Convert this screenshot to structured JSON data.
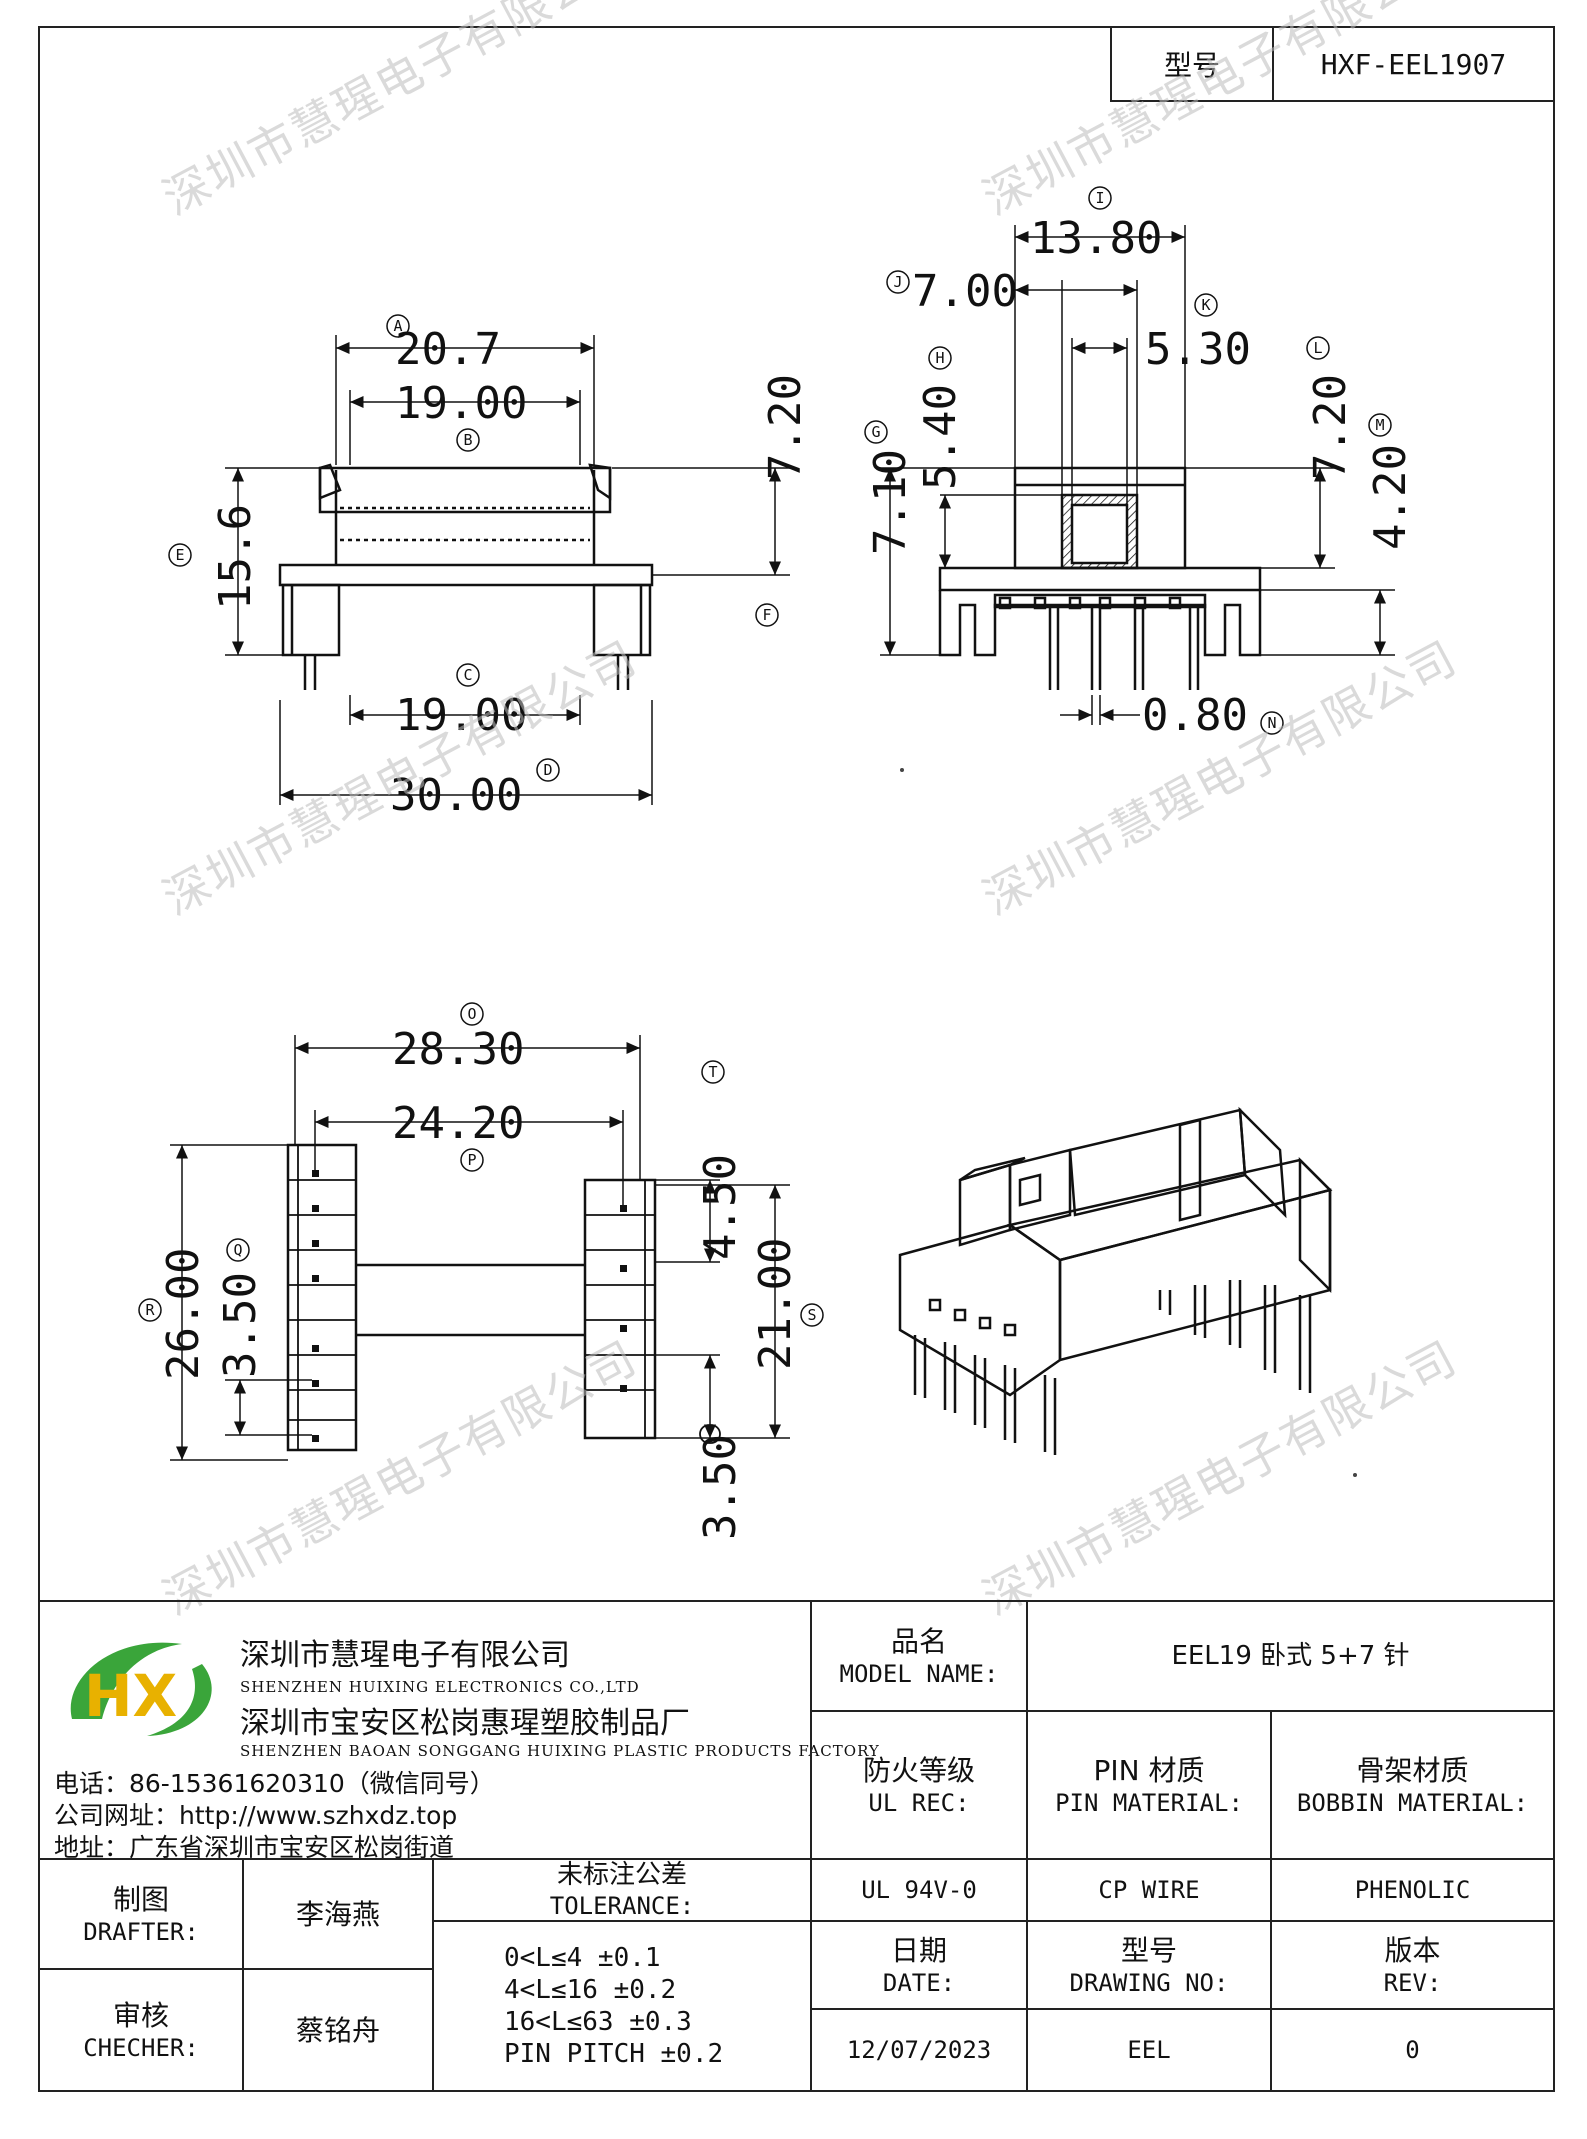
{
  "header": {
    "model_label": "型号",
    "model_value": "HXF-EEL1907"
  },
  "watermark": "深圳市慧瑆电子有限公司",
  "dimensions": {
    "side": {
      "A": "20.7",
      "B": "19.00",
      "C": "19.00",
      "D": "30.00",
      "E": "15.6",
      "F": "7.20"
    },
    "front": {
      "I": "13.80",
      "J": "7.00",
      "K": "5.30",
      "H": "5.40",
      "G": "7.10",
      "L": "7.20",
      "M": "4.20",
      "N": "0.80"
    },
    "bottom": {
      "O": "28.30",
      "P": "24.20",
      "T": "4.50",
      "R": "26.00",
      "Q": "3.50",
      "S": "21.00",
      "U": "3.50"
    }
  },
  "markers": [
    "A",
    "B",
    "C",
    "D",
    "E",
    "F",
    "G",
    "H",
    "I",
    "J",
    "K",
    "L",
    "M",
    "N",
    "O",
    "P",
    "Q",
    "R",
    "S",
    "T"
  ],
  "company": {
    "name_cn": "深圳市慧瑆电子有限公司",
    "name_en": "SHENZHEN HUIXING ELECTRONICS CO.,LTD",
    "factory_cn": "深圳市宝安区松岗惠瑆塑胶制品厂",
    "factory_en": "SHENZHEN BAOAN SONGGANG HUIXING PLASTIC PRODUCTS FACTORY",
    "phone": "电话：86-15361620310（微信同号）",
    "website": "公司网址：http://www.szhxdz.top",
    "address": "地址：广东省深圳市宝安区松岗街道",
    "logo_text": "HX"
  },
  "title_block": {
    "model_name_cn": "品名",
    "model_name_en": "MODEL NAME:",
    "model_name_value": "EEL19 卧式 5+7 针",
    "ul_cn": "防火等级",
    "ul_en": "UL REC:",
    "pin_cn": "PIN 材质",
    "pin_en": "PIN MATERIAL:",
    "bobbin_cn": "骨架材质",
    "bobbin_en": "BOBBIN MATERIAL:",
    "ul_value": "UL 94V-0",
    "pin_value": "CP WIRE",
    "bobbin_value": "PHENOLIC",
    "drafter_cn": "制图",
    "drafter_en": "DRAFTER:",
    "drafter_value": "李海燕",
    "checker_cn": "审核",
    "checker_en": "CHECHER:",
    "checker_value": "蔡铭舟",
    "tolerance_cn": "未标注公差",
    "tolerance_en": "TOLERANCE:",
    "tolerances": [
      "0<L≤4  ±0.1",
      "4<L≤16 ±0.2",
      "16<L≤63 ±0.3",
      "PIN PITCH ±0.2"
    ],
    "date_cn": "日期",
    "date_en": "DATE:",
    "date_value": "12/07/2023",
    "drawing_no_cn": "型号",
    "drawing_no_en": "DRAWING NO:",
    "drawing_no_value": "EEL",
    "rev_cn": "版本",
    "rev_en": "REV:",
    "rev_value": "0"
  }
}
